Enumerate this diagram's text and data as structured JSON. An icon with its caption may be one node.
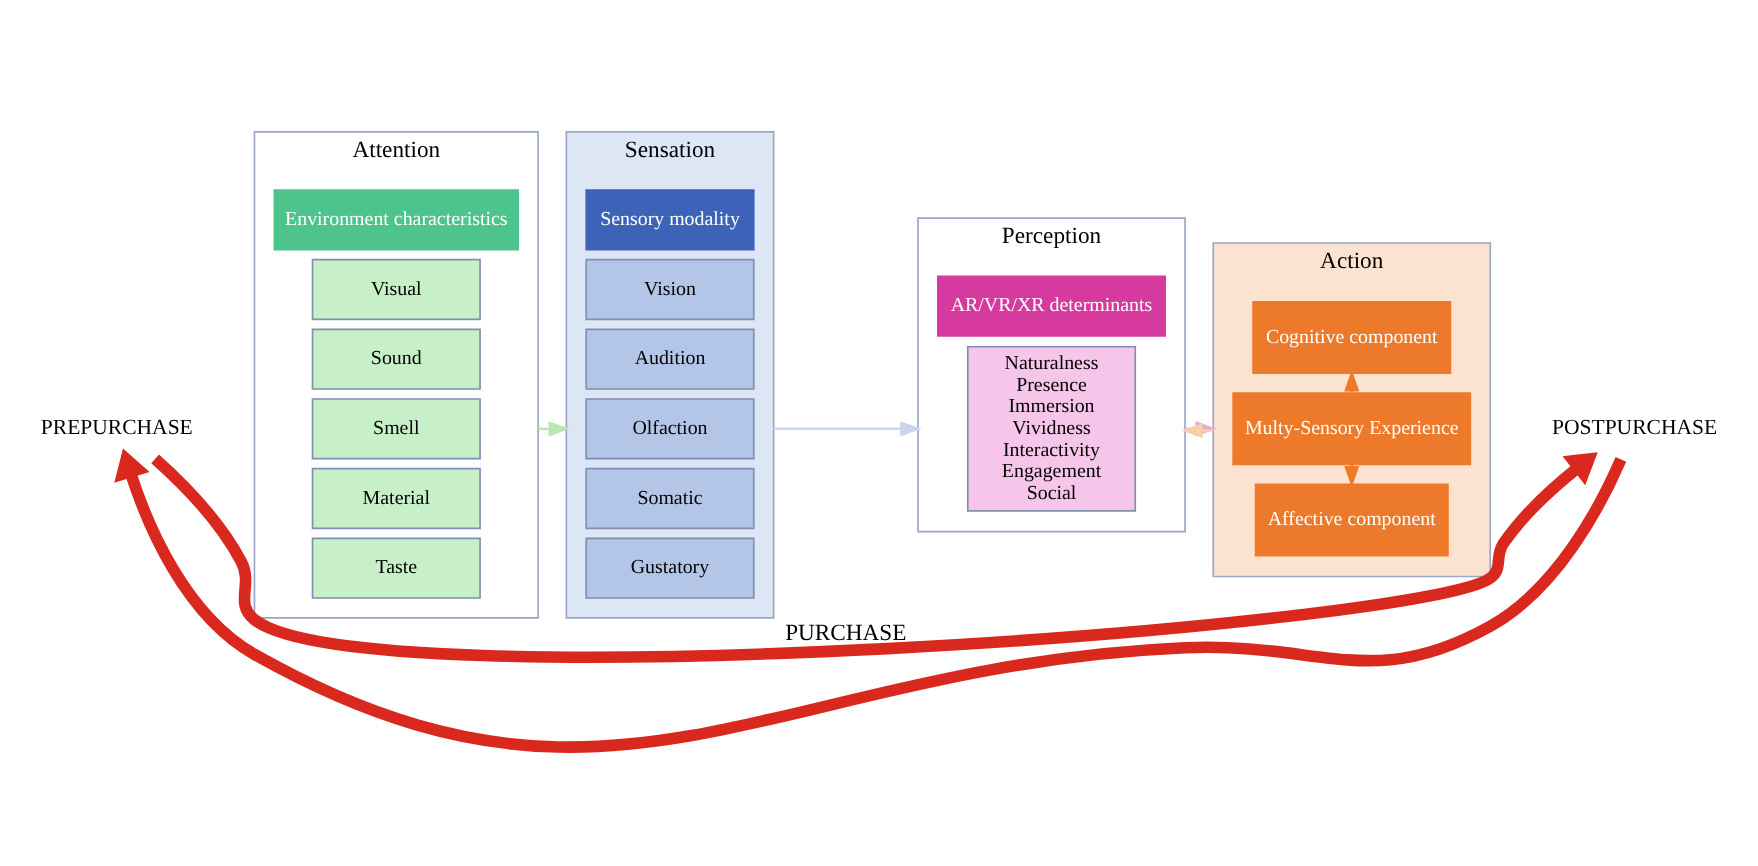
{
  "diagram": {
    "nodes": [
      {
        "text": [
          "Attention"
        ]
      },
      {
        "text": [
          "Environment characteristics"
        ],
        "in": 0
      },
      {
        "text": [
          "Visual"
        ],
        "in": 0
      },
      {
        "text": [
          "Sound"
        ],
        "in": 0
      },
      {
        "text": [
          "Smell"
        ],
        "in": 0
      },
      {
        "text": [
          "Material"
        ],
        "in": 0
      },
      {
        "text": [
          "Taste"
        ],
        "in": 0
      },
      {
        "text": [
          "Sensation"
        ]
      },
      {
        "text": [
          "Sensory modality"
        ],
        "in": 7
      },
      {
        "text": [
          "Vision"
        ],
        "in": 7
      },
      {
        "text": [
          "Audition"
        ],
        "in": 7
      },
      {
        "text": [
          "Olfaction"
        ],
        "in": 7
      },
      {
        "text": [
          "Somatic"
        ],
        "in": 7
      },
      {
        "text": [
          "Gustatory"
        ],
        "in": 7
      },
      {
        "text": [
          "Perception"
        ]
      },
      {
        "text": [
          "AR/VR/XR determinants"
        ],
        "in": 14
      },
      {
        "text": [
          "Naturalness",
          "Presence",
          "Immersion",
          "Vividness",
          "Interactivity",
          "Engagement",
          "Social"
        ],
        "in": 14
      },
      {
        "text": [
          "Action"
        ]
      },
      {
        "text": [
          "Cognitive component"
        ],
        "in": 17
      },
      {
        "text": [
          "Multy-Sensory Experience"
        ],
        "in": 17
      },
      {
        "text": [
          "Affective component"
        ],
        "in": 17
      },
      {
        "text": [
          "PREPURCHASE"
        ]
      },
      {
        "text": [
          "POSTPURCHASE"
        ]
      }
    ],
    "edges": [
      {
        "from": 4,
        "to": 11,
        "arrow": "to",
        "color": "#b8e6b4"
      },
      {
        "from": 11,
        "to": 16,
        "arrow": "to",
        "color": "#c9d6ee"
      },
      {
        "from": 16,
        "to": 19,
        "arrow": "to",
        "color": "#eaa6dc"
      },
      {
        "from": 19,
        "to": 16,
        "arrow": "to",
        "color": "#f5cfa8"
      },
      {
        "from": 19,
        "to": 18,
        "arrow": "to",
        "color": "#ec7a2a"
      },
      {
        "from": 19,
        "to": 20,
        "arrow": "to",
        "color": "#ec7a2a"
      },
      {
        "from": 21,
        "to": 22,
        "arrow": "to",
        "label": "PURCHASE",
        "style": "thick",
        "color": "#d9281e"
      },
      {
        "from": 22,
        "to": 21,
        "arrow": "to",
        "style": "thick",
        "color": "#d9281e"
      }
    ]
  }
}
